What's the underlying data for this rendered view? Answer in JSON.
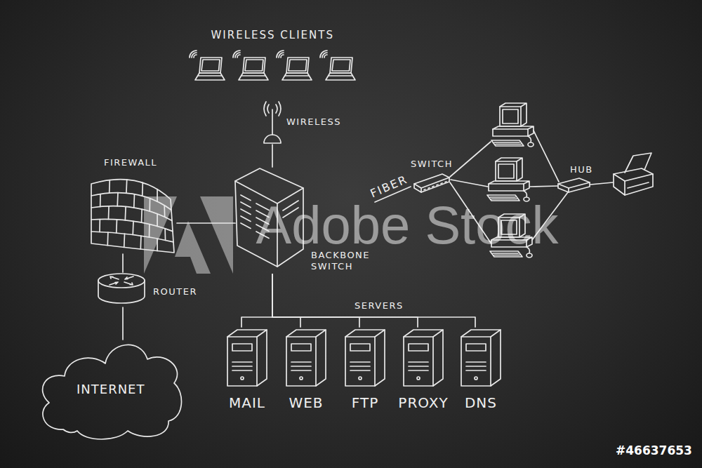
{
  "diagram": {
    "nodes": [
      {
        "text": [
          "WIRELESS"
        ]
      },
      {
        "text": [
          "FIREWALL"
        ]
      },
      {
        "text": [
          "SWITCH"
        ]
      },
      {
        "text": [
          "HUB"
        ]
      },
      {
        "text": [
          "BACKBONE SWITCH"
        ]
      },
      {
        "text": [
          "ROUTER"
        ]
      },
      {
        "text": [
          "MAIL"
        ]
      },
      {
        "text": [
          "WEB"
        ]
      },
      {
        "text": [
          "FTP"
        ]
      },
      {
        "text": [
          "PROXY"
        ]
      },
      {
        "text": [
          "DNS"
        ]
      },
      {
        "text": [
          "INTERNET"
        ]
      }
    ],
    "edges": [
      {
        "from": 0,
        "to": 4,
        "arrow": "none"
      },
      {
        "from": 1,
        "to": 4,
        "arrow": "none"
      },
      {
        "from": 4,
        "to": 2,
        "label": "FIBER",
        "arrow": "none"
      },
      {
        "from": 1,
        "to": 5,
        "arrow": "none"
      },
      {
        "from": 5,
        "to": 11,
        "arrow": "none"
      },
      {
        "from": 4,
        "to": 6,
        "arrow": "none"
      },
      {
        "from": 4,
        "to": 7,
        "arrow": "none"
      },
      {
        "from": 4,
        "to": 8,
        "arrow": "none"
      },
      {
        "from": 4,
        "to": 9,
        "arrow": "none"
      },
      {
        "from": 4,
        "to": 10,
        "arrow": "none"
      }
    ],
    "labels": [
      "WIRELESS CLIENTS",
      "SERVERS",
      "Adobe Stock",
      "#46637653"
    ]
  }
}
